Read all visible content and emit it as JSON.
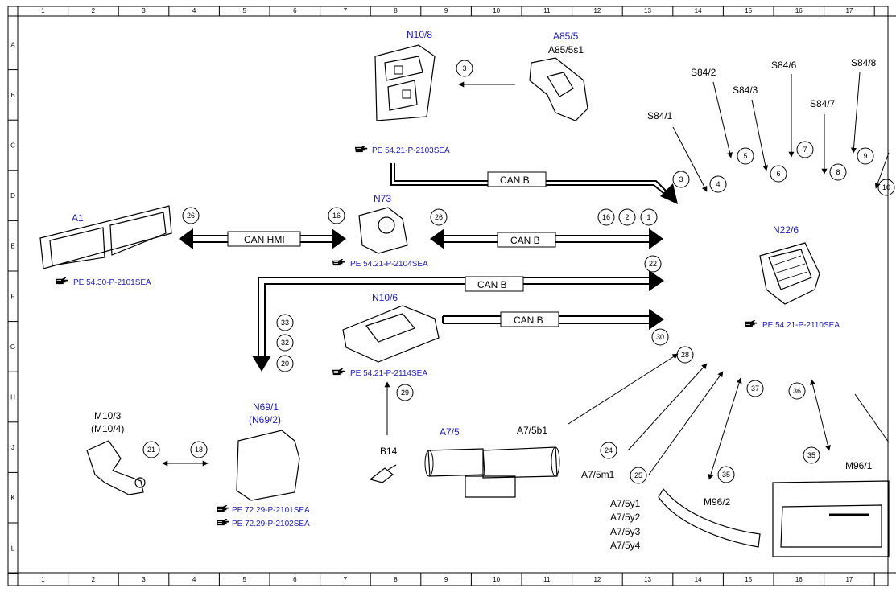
{
  "ruler": {
    "columns": [
      "1",
      "2",
      "3",
      "4",
      "5",
      "6",
      "7",
      "8",
      "9",
      "10",
      "11",
      "12",
      "13",
      "14",
      "15",
      "16",
      "17"
    ],
    "rows": [
      "A",
      "B",
      "C",
      "D",
      "E",
      "F",
      "G",
      "H",
      "J",
      "K",
      "L"
    ]
  },
  "components": {
    "n10_8": {
      "label": "N10/8",
      "ref": "PE 54.21-P-2103SEA"
    },
    "a85_5": {
      "label": "A85/5",
      "sub": "A85/5s1"
    },
    "a1": {
      "label": "A1",
      "ref": "PE 54.30-P-2101SEA"
    },
    "n73": {
      "label": "N73",
      "ref": "PE 54.21-P-2104SEA"
    },
    "n10_6": {
      "label": "N10/6",
      "ref": "PE 54.21-P-2114SEA"
    },
    "n22_6": {
      "label": "N22/6",
      "ref": "PE 54.21-P-2110SEA"
    },
    "n69_1": {
      "label": "N69/1",
      "label2": "(N69/2)",
      "ref": "PE 72.29-P-2101SEA",
      "ref2": "PE 72.29-P-2102SEA"
    },
    "m10_3": {
      "label": "M10/3",
      "label2": "(M10/4)"
    },
    "b14": {
      "label": "B14"
    },
    "a7_5": {
      "label": "A7/5",
      "b1": "A7/5b1",
      "m1": "A7/5m1",
      "valves": [
        "A7/5y1",
        "A7/5y2",
        "A7/5y3",
        "A7/5y4"
      ]
    },
    "m96_2": {
      "label": "M96/2"
    },
    "m96_1": {
      "label": "M96/1"
    },
    "switches": [
      "S84/1",
      "S84/2",
      "S84/3",
      "S84/6",
      "S84/7",
      "S84/8"
    ]
  },
  "buses": {
    "can_b": "CAN B",
    "can_hmi": "CAN HMI"
  },
  "circles": {
    "c3a": "3",
    "c3b": "3",
    "c4": "4",
    "c5": "5",
    "c6": "6",
    "c7": "7",
    "c8": "8",
    "c9": "9",
    "c10": "10",
    "c26a": "26",
    "c16a": "16",
    "c26b": "26",
    "c16b": "16",
    "c2": "2",
    "c1": "1",
    "c22": "22",
    "c33": "33",
    "c32": "32",
    "c20": "20",
    "c30": "30",
    "c28": "28",
    "c29": "29",
    "c21": "21",
    "c18": "18",
    "c24": "24",
    "c25": "25",
    "c35a": "35",
    "c37": "37",
    "c36": "36",
    "c35b": "35"
  },
  "icons": {
    "ref_marker": "hand-pointer-icon"
  },
  "colors": {
    "component_label": "#1a1ac8",
    "line": "#000000",
    "background": "#ffffff"
  }
}
